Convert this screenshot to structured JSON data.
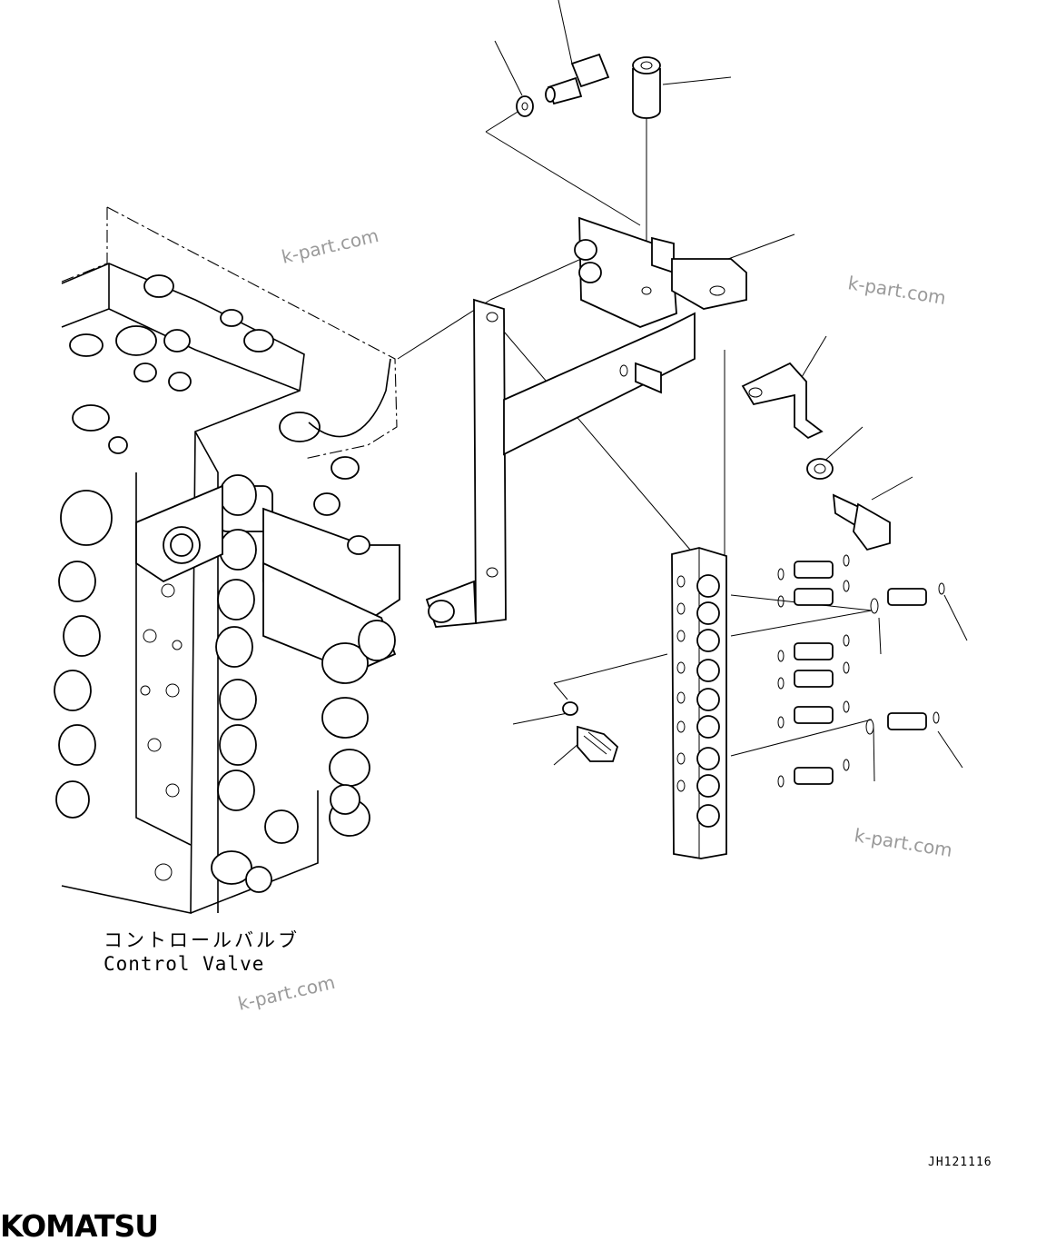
{
  "diagram": {
    "label_jp": "コントロールバルブ",
    "label_en": "Control Valve",
    "drawing_code": "JH121116",
    "brand": "KOMATSU",
    "watermarks": [
      "k-part.com",
      "k-part.com",
      "k-part.com",
      "k-part.com"
    ]
  }
}
